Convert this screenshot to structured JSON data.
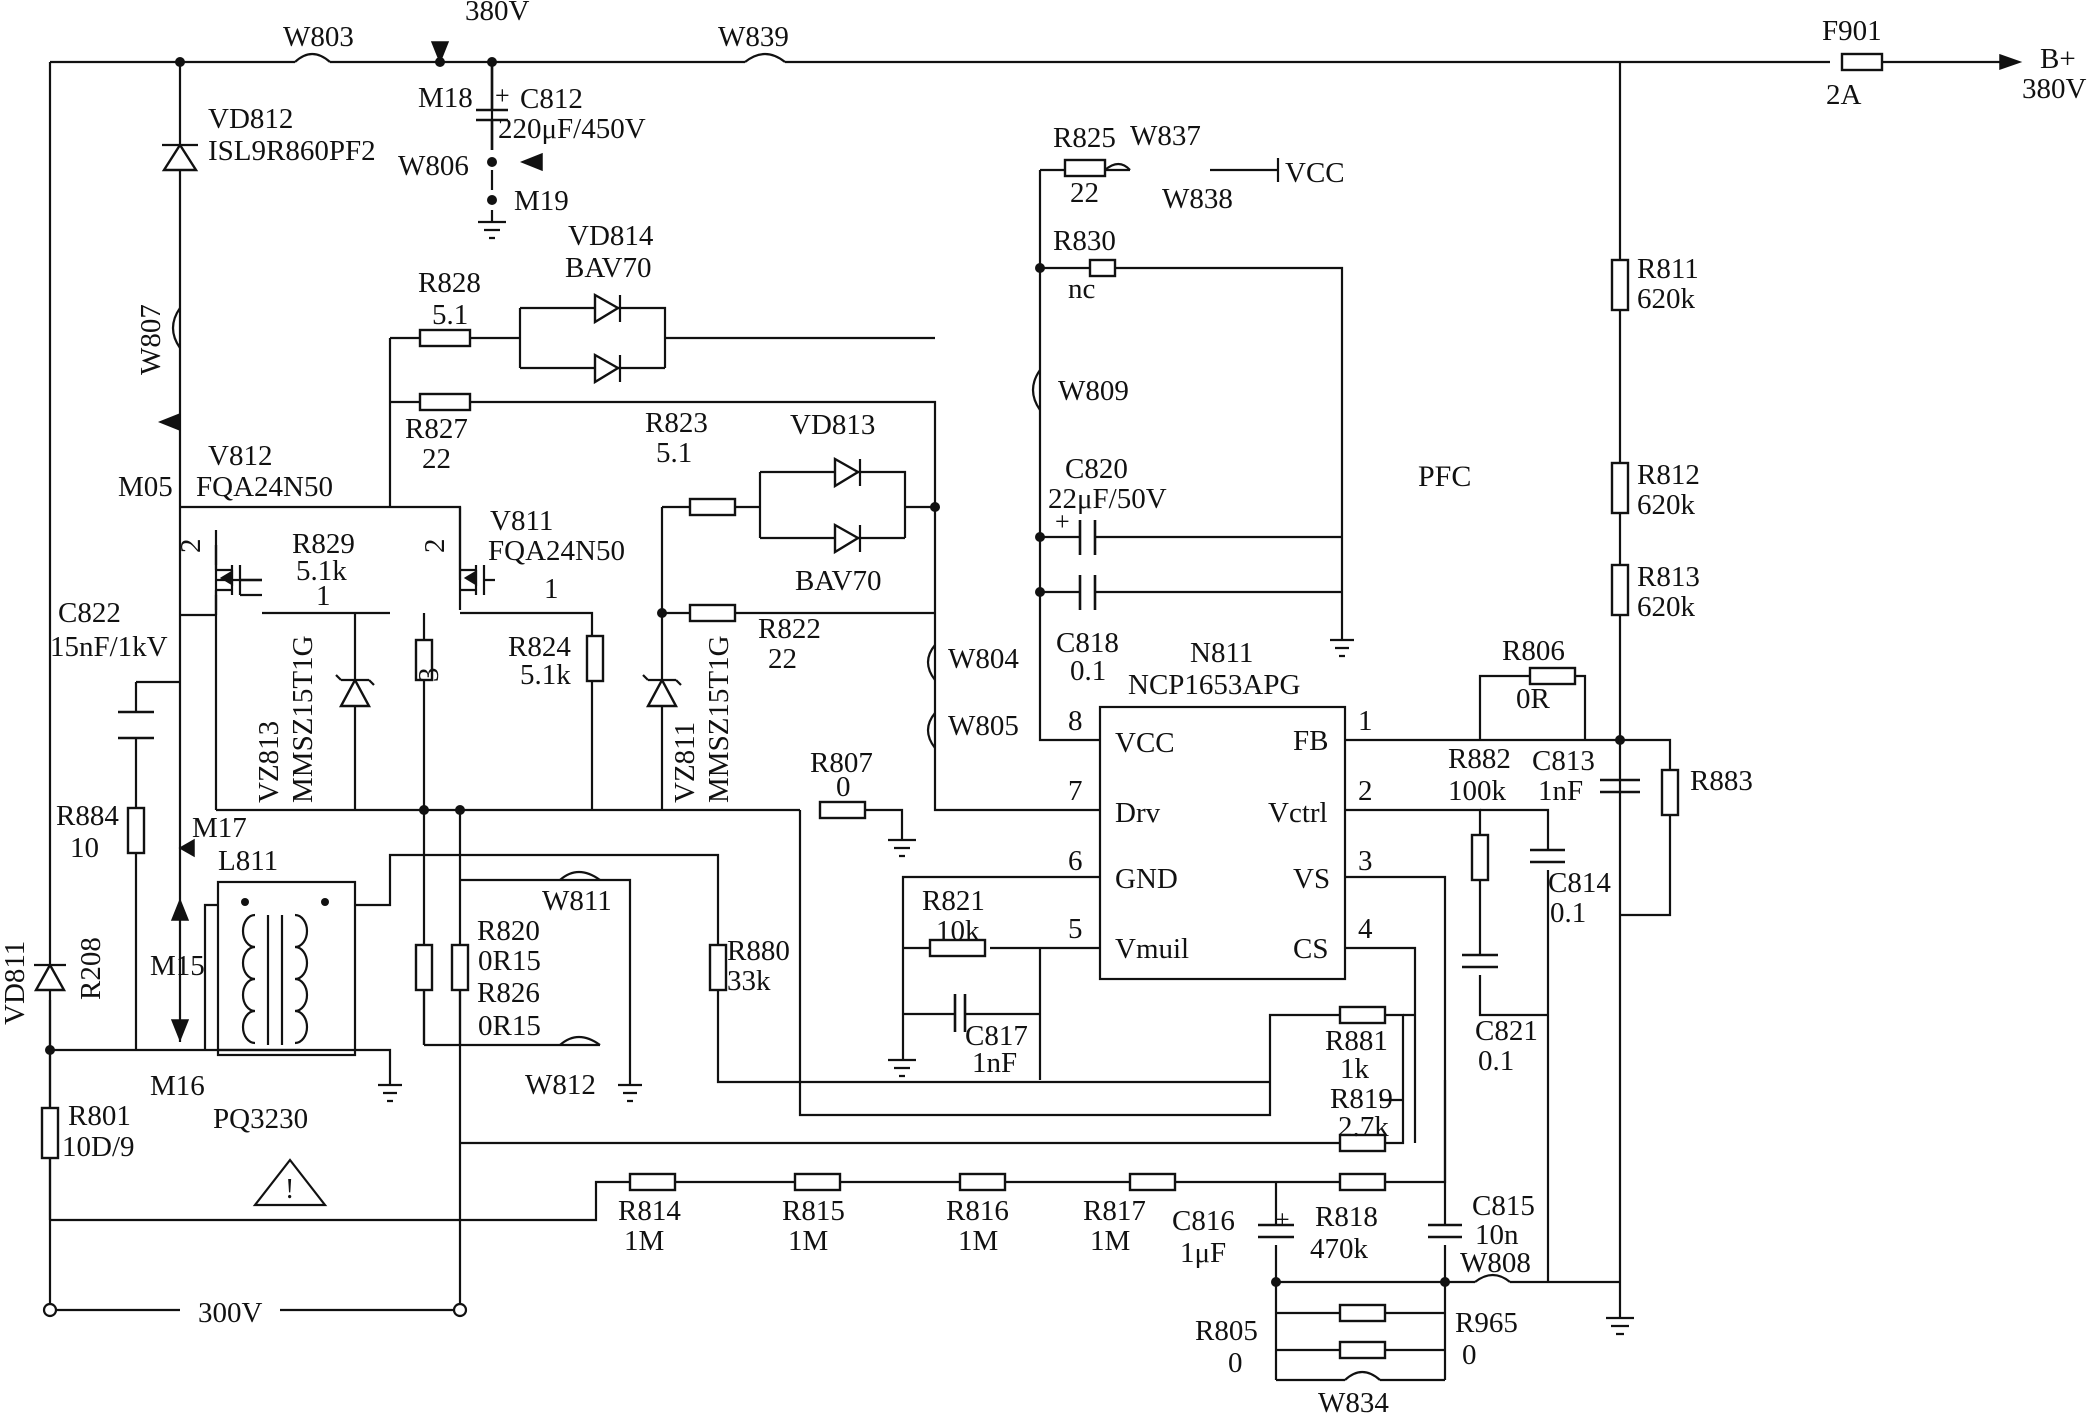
{
  "diagram": {
    "section_label": "PFC",
    "ic": {
      "ref": "N811",
      "part": "NCP1653APG",
      "pins": [
        {
          "num": "8",
          "name": "VCC"
        },
        {
          "num": "7",
          "name": "Drv"
        },
        {
          "num": "6",
          "name": "GND"
        },
        {
          "num": "5",
          "name": "Vmuil"
        },
        {
          "num": "1",
          "name": "FB"
        },
        {
          "num": "2",
          "name": "Vctrl"
        },
        {
          "num": "3",
          "name": "VS"
        },
        {
          "num": "4",
          "name": "CS"
        }
      ]
    },
    "rails": {
      "top_voltage": "380V",
      "b_plus": "B+",
      "b_plus_voltage": "380V",
      "vcc": "VCC",
      "bottom_voltage": "300V"
    },
    "fuse": {
      "ref": "F901",
      "value": "2A"
    },
    "transformer": {
      "ref": "L811",
      "part": "PQ3230"
    },
    "test_points": [
      "M18",
      "M19",
      "M05",
      "M17",
      "M15",
      "M16"
    ],
    "jumpers": [
      "W803",
      "W839",
      "W806",
      "W807",
      "W837",
      "W838",
      "W809",
      "W804",
      "W805",
      "W811",
      "W812",
      "W808",
      "W834"
    ],
    "mosfets": [
      {
        "ref": "V812",
        "part": "FQA24N50",
        "pins": [
          "2",
          "1",
          "3"
        ]
      },
      {
        "ref": "V811",
        "part": "FQA24N50",
        "pins": [
          "2",
          "1"
        ]
      }
    ],
    "diodes": [
      {
        "ref": "VD812",
        "part": "ISL9R860PF2"
      },
      {
        "ref": "VD814",
        "part": "BAV70"
      },
      {
        "ref": "VD813",
        "part": "BAV70"
      },
      {
        "ref": "VD811",
        "part": ""
      },
      {
        "ref": "VZ813",
        "part": "MMSZ15T1G"
      },
      {
        "ref": "VZ811",
        "part": "MMSZ15T1G"
      }
    ],
    "capacitors": [
      {
        "ref": "C812",
        "value": "220μF/450V"
      },
      {
        "ref": "C822",
        "value": "15nF/1kV"
      },
      {
        "ref": "C820",
        "value": "22μF/50V"
      },
      {
        "ref": "C818",
        "value": "0.1"
      },
      {
        "ref": "C813",
        "value": "1nF"
      },
      {
        "ref": "C814",
        "value": "0.1"
      },
      {
        "ref": "C817",
        "value": "1nF"
      },
      {
        "ref": "C821",
        "value": "0.1"
      },
      {
        "ref": "C816",
        "value": "1μF"
      },
      {
        "ref": "C815",
        "value": "10n"
      }
    ],
    "resistors": [
      {
        "ref": "R825",
        "value": "22"
      },
      {
        "ref": "R830",
        "value": "nc"
      },
      {
        "ref": "R828",
        "value": "5.1"
      },
      {
        "ref": "R827",
        "value": "22"
      },
      {
        "ref": "R823",
        "value": "5.1"
      },
      {
        "ref": "R829",
        "value": "5.1k"
      },
      {
        "ref": "R824",
        "value": "5.1k"
      },
      {
        "ref": "R822",
        "value": "22"
      },
      {
        "ref": "R884",
        "value": "10"
      },
      {
        "ref": "R208",
        "value": ""
      },
      {
        "ref": "R807",
        "value": "0"
      },
      {
        "ref": "R820",
        "value": "0R15"
      },
      {
        "ref": "R826",
        "value": "0R15"
      },
      {
        "ref": "R880",
        "value": "33k"
      },
      {
        "ref": "R821",
        "value": "10k"
      },
      {
        "ref": "R811",
        "value": "620k"
      },
      {
        "ref": "R812",
        "value": "620k"
      },
      {
        "ref": "R813",
        "value": "620k"
      },
      {
        "ref": "R806",
        "value": "0R"
      },
      {
        "ref": "R882",
        "value": "100k"
      },
      {
        "ref": "R883",
        "value": ""
      },
      {
        "ref": "R881",
        "value": "1k"
      },
      {
        "ref": "R819",
        "value": "2.7k"
      },
      {
        "ref": "R801",
        "value": "10D/9"
      },
      {
        "ref": "R814",
        "value": "1M"
      },
      {
        "ref": "R815",
        "value": "1M"
      },
      {
        "ref": "R816",
        "value": "1M"
      },
      {
        "ref": "R817",
        "value": "1M"
      },
      {
        "ref": "R818",
        "value": "470k"
      },
      {
        "ref": "R805",
        "value": "0"
      },
      {
        "ref": "R965",
        "value": "0"
      }
    ],
    "misc": {
      "pol_plus": "+",
      "warning": "!"
    }
  }
}
